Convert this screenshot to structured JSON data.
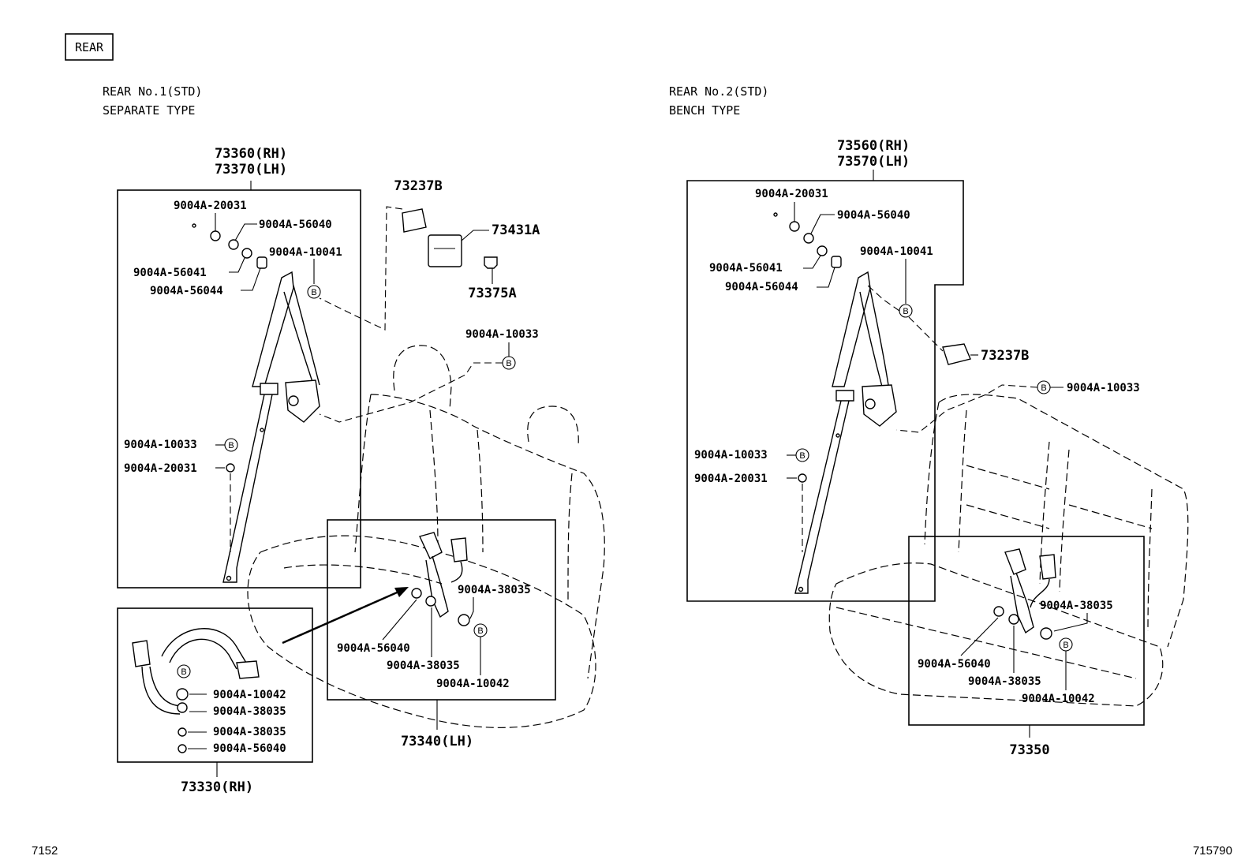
{
  "section_tag": "REAR",
  "left_group": {
    "heading_line1": "REAR No.1(STD)",
    "heading_line2": "SEPARATE TYPE",
    "outer_belt": {
      "rh": "73360(RH)",
      "lh": "73370(LH)"
    },
    "parts": {
      "nut_20031_top": "9004A-20031",
      "washer_56040_top": "9004A-56040",
      "bolt_10041": "9004A-10041",
      "washer_56041": "9004A-56041",
      "spacer_56044": "9004A-56044",
      "bolt_10033": "9004A-10033",
      "nut_20031_low": "9004A-20031",
      "cover_73237b": "73237B",
      "plate_73431a": "73431A",
      "clip_73375a": "73375A",
      "bolt_10033_seat": "9004A-10033"
    },
    "buckle_rh": {
      "label": "73330(RH)",
      "bolt_10042": "9004A-10042",
      "washer_38035_a": "9004A-38035",
      "washer_38035_b": "9004A-38035",
      "washer_56040": "9004A-56040"
    },
    "buckle_lh": {
      "label": "73340(LH)",
      "washer_38035_right": "9004A-38035",
      "washer_56040": "9004A-56040",
      "washer_38035_low": "9004A-38035",
      "bolt_10042": "9004A-10042"
    }
  },
  "right_group": {
    "heading_line1": "REAR No.2(STD)",
    "heading_line2": "BENCH TYPE",
    "outer_belt": {
      "rh": "73560(RH)",
      "lh": "73570(LH)"
    },
    "parts": {
      "nut_20031_top": "9004A-20031",
      "washer_56040_top": "9004A-56040",
      "bolt_10041": "9004A-10041",
      "washer_56041": "9004A-56041",
      "spacer_56044": "9004A-56044",
      "cover_73237b": "73237B",
      "bolt_10033_seat": "9004A-10033",
      "bolt_10033": "9004A-10033",
      "nut_20031_low": "9004A-20031"
    },
    "buckle": {
      "label": "73350",
      "washer_38035_right": "9004A-38035",
      "washer_56040": "9004A-56040",
      "washer_38035_low": "9004A-38035",
      "bolt_10042": "9004A-10042"
    }
  },
  "marker_letter": "B",
  "footer": {
    "left_code": "7152",
    "right_code": "715790"
  }
}
